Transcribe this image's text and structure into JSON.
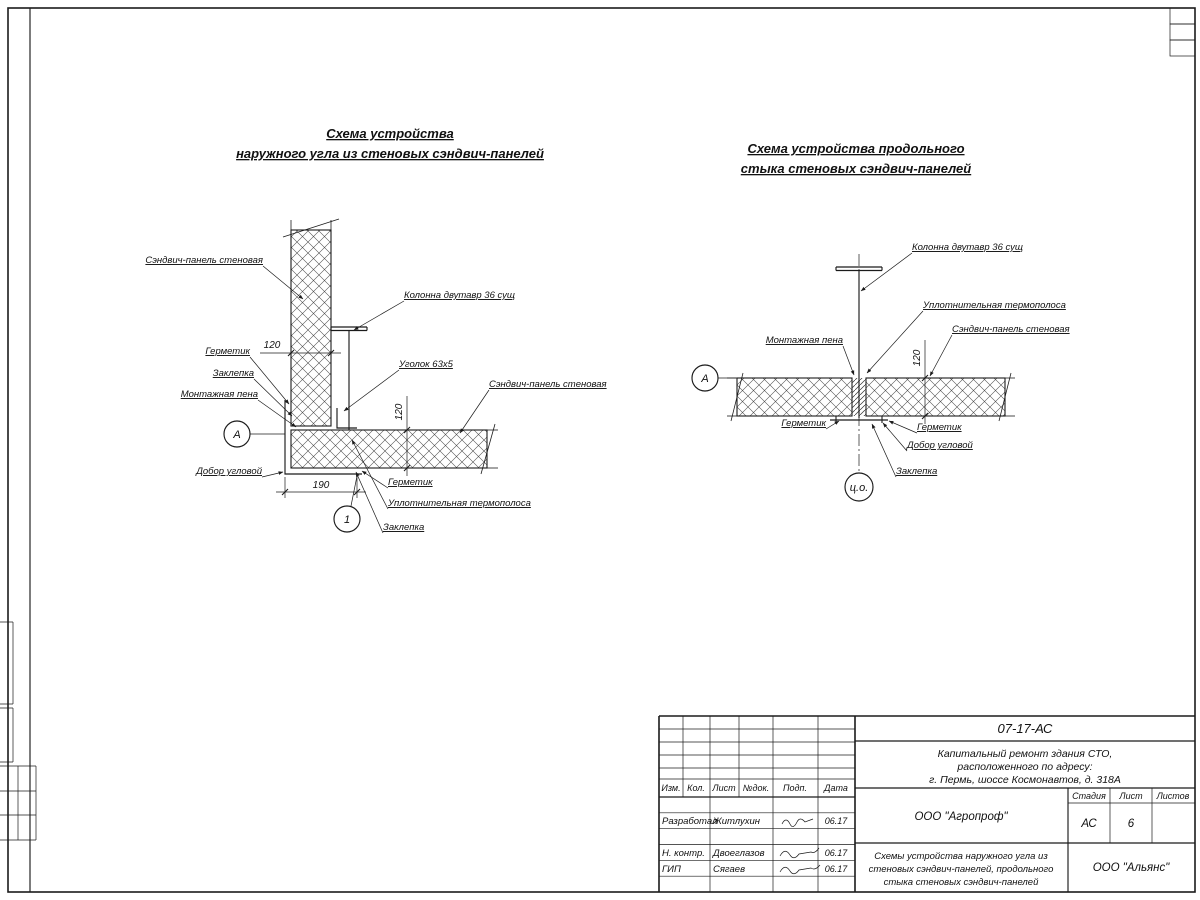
{
  "corner": {
    "title1": "Схема устройства",
    "title2": "наружного угла из стеновых сэндвич-панелей",
    "labels": {
      "panel_left": "Сэндвич-панель стеновая",
      "column": "Колонна двутавр 36 сущ",
      "sealant_left": "Герметик",
      "rivet_left": "Заклепка",
      "foam": "Монтажная пена",
      "corner_trim": "Добор угловой",
      "angle": "Уголок 63х5",
      "panel_right": "Сэндвич-панель стеновая",
      "sealant_bottom": "Герметик",
      "thermal_strip": "Уплотнительная термополоса",
      "rivet_bottom": "Заклепка"
    },
    "dims": {
      "thickness": "120",
      "width": "190",
      "thickness2": "120"
    },
    "markers": {
      "axis": "А",
      "node": "1"
    }
  },
  "joint": {
    "title1": "Схема устройства продольного",
    "title2": "стыка стеновых сэндвич-панелей",
    "labels": {
      "column": "Колонна двутавр 36 сущ",
      "thermal_strip": "Уплотнительная термополоса",
      "panel": "Сэндвич-панель стеновая",
      "foam": "Монтажная пена",
      "sealant_left": "Герметик",
      "sealant_right": "Герметик",
      "corner_trim": "Добор угловой",
      "rivet": "Заклепка"
    },
    "dims": {
      "thickness": "120"
    },
    "markers": {
      "axis": "А",
      "center": "ц.о."
    }
  },
  "title_block": {
    "doc_code": "07-17-АС",
    "project_line1": "Капитальный ремонт здания СТО,",
    "project_line2": "расположенного по адресу:",
    "project_line3": "г. Пермь, шоссе Космонавтов, д. 318А",
    "cols": {
      "izm": "Изм.",
      "kol": "Кол.",
      "list": "Лист",
      "ndok": "№док.",
      "podp": "Подп.",
      "data": "Дата"
    },
    "rows": [
      {
        "role": "Разработал",
        "name": "Житлухин",
        "date": "06.17"
      },
      {
        "role": "Н. контр.",
        "name": "Двоеглазов",
        "date": "06.17"
      },
      {
        "role": "ГИП",
        "name": "Сягаев",
        "date": "06.17"
      }
    ],
    "org": "ООО \"Агропроф\"",
    "stage_header": {
      "stage": "Стадия",
      "sheet": "Лист",
      "sheets": "Листов"
    },
    "stage_value": "АС",
    "sheet_value": "6",
    "sheets_value": "",
    "sheet_title_line1": "Схемы устройства наружного угла из",
    "sheet_title_line2": "стеновых сэндвич-панелей, продольного",
    "sheet_title_line3": "стыка стеновых сэндвич-панелей",
    "company": "ООО \"Альянс\""
  }
}
